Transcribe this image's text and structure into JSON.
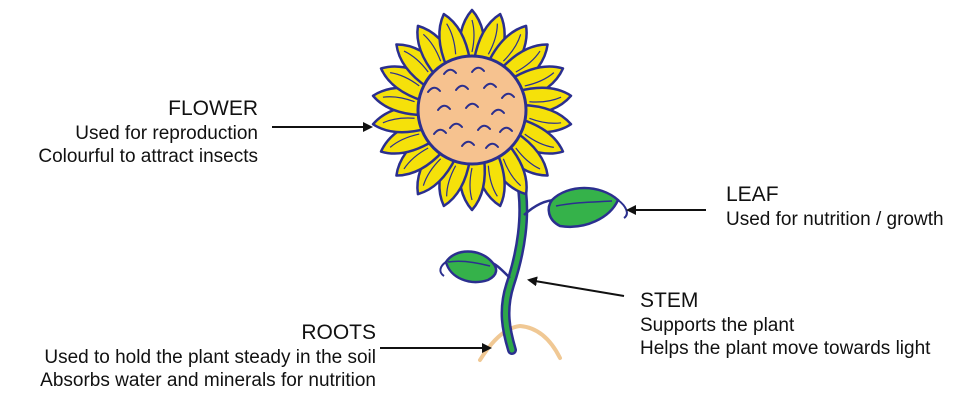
{
  "colors": {
    "petal_outline": "#2b2f8f",
    "petal_fill": "#f5e10a",
    "center_fill": "#f6c28f",
    "seed_marks": "#2b2f8f",
    "stem_green": "#2ea84a",
    "leaf_fill": "#35b24a",
    "soil": "#f0c894",
    "arrow": "#111111",
    "text": "#111111"
  },
  "labels": {
    "flower": {
      "title": "FLOWER",
      "lines": [
        "Used for reproduction",
        "Colourful to attract insects"
      ]
    },
    "leaf": {
      "title": "LEAF",
      "lines": [
        "Used for nutrition / growth"
      ]
    },
    "stem": {
      "title": "STEM",
      "lines": [
        "Supports the plant",
        "Helps the plant move towards light"
      ]
    },
    "roots": {
      "title": "ROOTS",
      "lines": [
        "Used to hold the plant steady in the soil",
        "Absorbs water and minerals for nutrition"
      ]
    }
  }
}
